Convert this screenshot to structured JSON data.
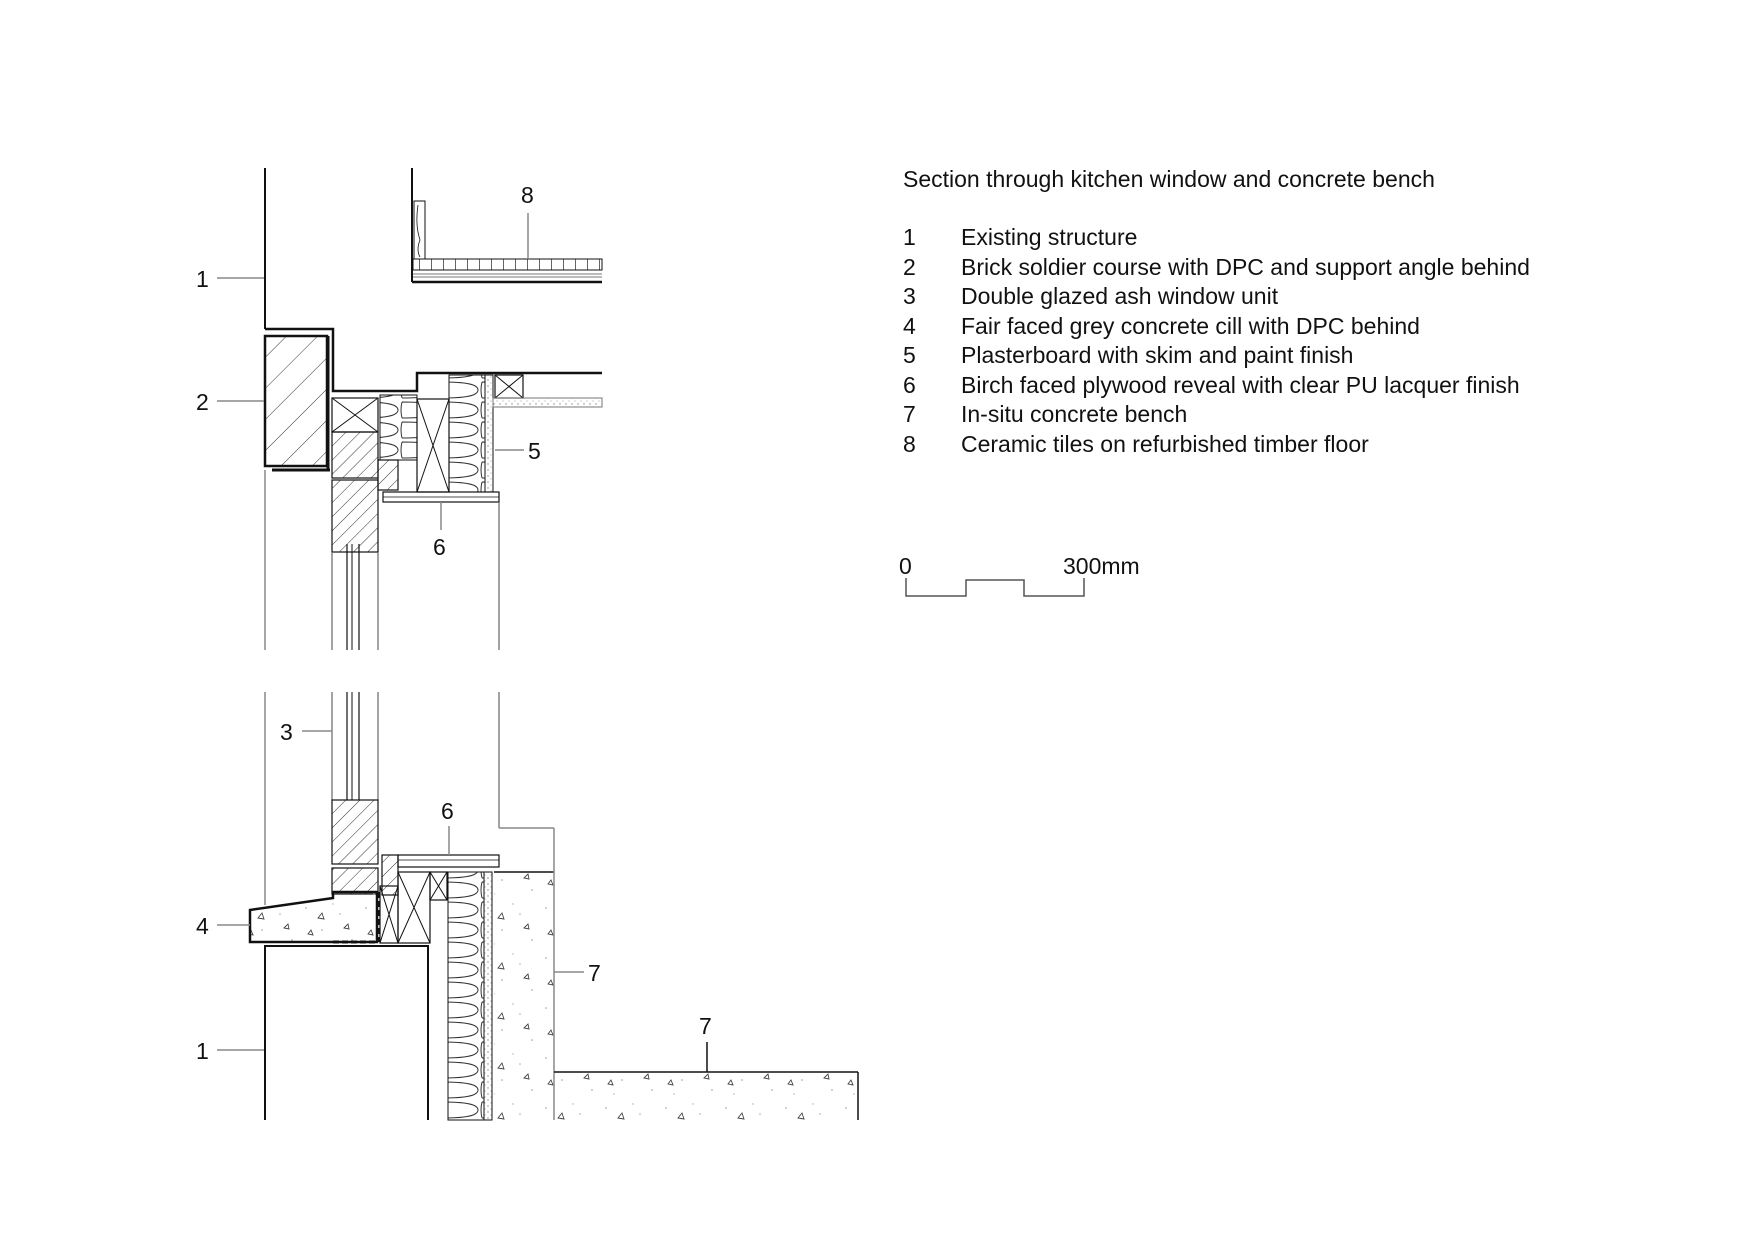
{
  "title": "Section through kitchen window and concrete bench",
  "legend": [
    {
      "num": "1",
      "text": "Existing structure"
    },
    {
      "num": "2",
      "text": "Brick soldier course with DPC and support angle behind"
    },
    {
      "num": "3",
      "text": "Double glazed ash window unit"
    },
    {
      "num": "4",
      "text": "Fair faced grey concrete cill with DPC behind"
    },
    {
      "num": "5",
      "text": "Plasterboard with skim and paint finish"
    },
    {
      "num": "6",
      "text": "Birch faced plywood reveal with clear PU lacquer finish"
    },
    {
      "num": "7",
      "text": "In-situ concrete bench"
    },
    {
      "num": "8",
      "text": "Ceramic tiles on refurbished timber floor"
    }
  ],
  "scale_bar": {
    "start_label": "0",
    "end_label": "300mm"
  },
  "callouts": [
    {
      "id": "c1-top",
      "label": "1"
    },
    {
      "id": "c2",
      "label": "2"
    },
    {
      "id": "c8",
      "label": "8"
    },
    {
      "id": "c5",
      "label": "5"
    },
    {
      "id": "c6-top",
      "label": "6"
    },
    {
      "id": "c3",
      "label": "3"
    },
    {
      "id": "c6-bottom",
      "label": "6"
    },
    {
      "id": "c4",
      "label": "4"
    },
    {
      "id": "c7-wall",
      "label": "7"
    },
    {
      "id": "c1-bottom",
      "label": "1"
    },
    {
      "id": "c7-floor",
      "label": "7"
    }
  ],
  "colors": {
    "line": "#111111",
    "leader": "#888888",
    "background": "#ffffff"
  }
}
